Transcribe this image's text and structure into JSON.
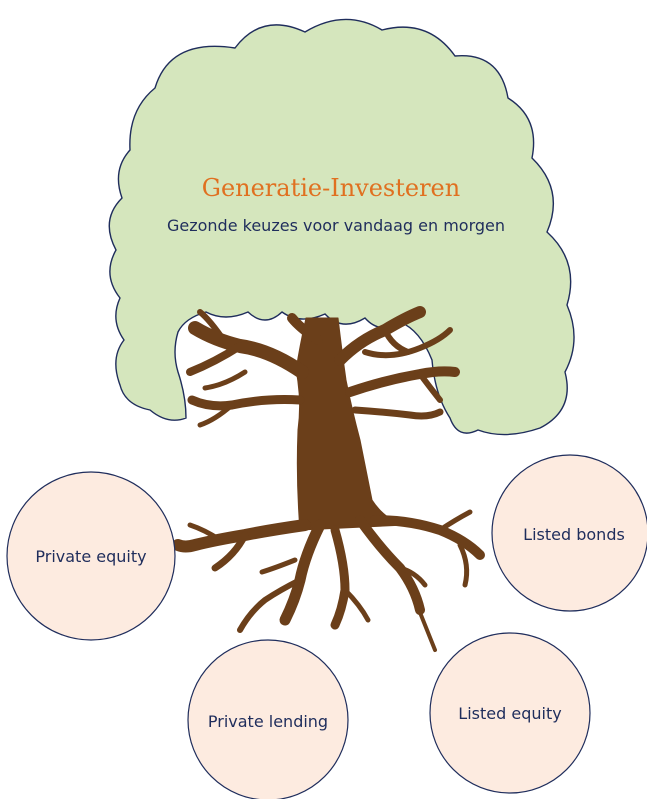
{
  "title": "Generatie-Investeren",
  "subtitle": "Gezonde keuzes voor vandaag en morgen",
  "circles": {
    "private_equity": "Private equity",
    "listed_bonds": "Listed bonds",
    "private_lending": "Private lending",
    "listed_equity": "Listed equity"
  },
  "colors": {
    "canopy_fill": "#d5e6bd",
    "outline": "#1f2d5c",
    "trunk": "#6b3f1a",
    "circle_fill": "#fdebe0",
    "title": "#e07020",
    "text": "#1f2d5c"
  }
}
